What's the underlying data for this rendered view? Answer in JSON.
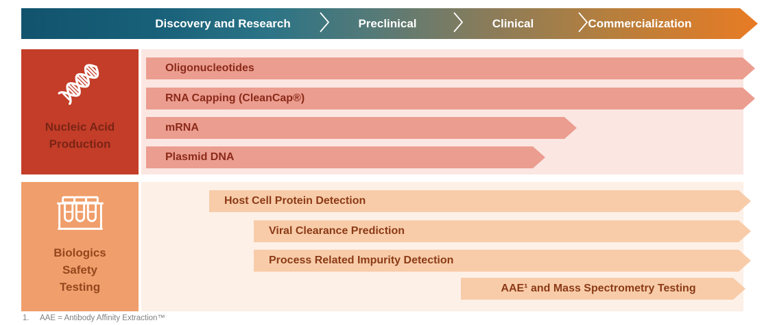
{
  "banner": {
    "phases": [
      {
        "label": "Discovery and Research"
      },
      {
        "label": "Preclinical"
      },
      {
        "label": "Clinical"
      },
      {
        "label": "Commercialization"
      }
    ]
  },
  "sections": [
    {
      "title_lines": [
        "Nucleic Acid",
        "Production"
      ],
      "icon": "dna-icon",
      "bars": [
        {
          "label": "Oligonucleotides"
        },
        {
          "label": "RNA Capping (CleanCap®)"
        },
        {
          "label": "mRNA"
        },
        {
          "label": "Plasmid DNA"
        }
      ]
    },
    {
      "title_lines": [
        "Biologics",
        "Safety",
        "Testing"
      ],
      "icon": "test-tubes-icon",
      "bars": [
        {
          "label": "Host Cell Protein Detection"
        },
        {
          "label": "Viral Clearance Prediction"
        },
        {
          "label": "Process Related Impurity Detection"
        },
        {
          "label": "AAE¹ and Mass Spectrometry Testing"
        }
      ]
    }
  ],
  "footnote": {
    "marker": "1.",
    "text": "AAE = Antibody Affinity Extraction™"
  },
  "colors": {
    "banner_gradient_start": "#12536D",
    "banner_gradient_end": "#E87B24",
    "nucleic_box": "#C33D28",
    "nucleic_bar": "#EB9D8F",
    "nucleic_panel": "#FBE6E2",
    "nucleic_text": "#8B2A1A",
    "biologics_box": "#F09E6B",
    "biologics_bar": "#F8CCA9",
    "biologics_panel": "#FDF0E7",
    "biologics_text": "#8C3A16",
    "footnote_text": "#7F7F7F"
  }
}
